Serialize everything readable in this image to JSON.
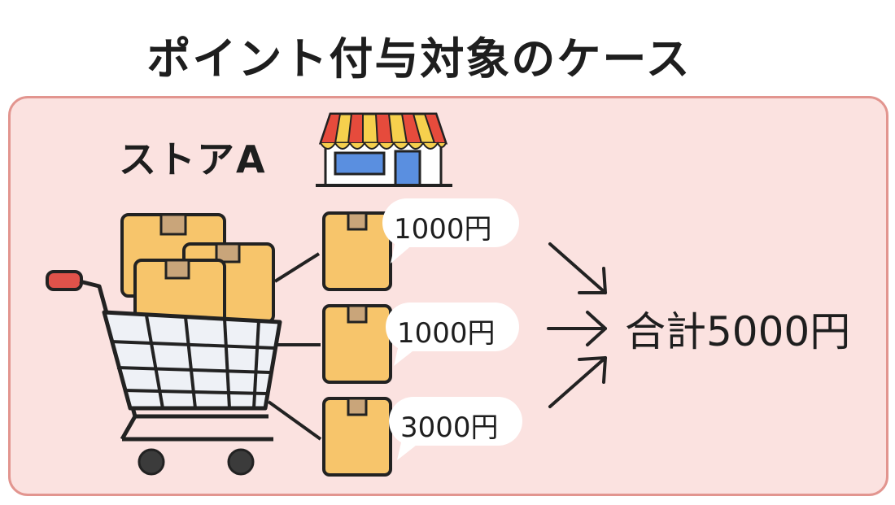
{
  "title": "ポイント付与対象のケース",
  "store": {
    "label": "ストアA",
    "icon": "store-icon"
  },
  "items": [
    {
      "price": "1000円"
    },
    {
      "price": "1000円"
    },
    {
      "price": "3000円"
    }
  ],
  "total": "合計5000円",
  "colors": {
    "panel_bg": "#fbe2e0",
    "panel_border": "#e2958f",
    "box": "#f7c56b",
    "box_tape": "#c9a57a",
    "awning_red": "#e64b3c",
    "awning_yellow": "#f6d04d",
    "window_blue": "#5a8fe0",
    "cart_basket": "#eef1f6",
    "handle_red": "#e0524a"
  }
}
